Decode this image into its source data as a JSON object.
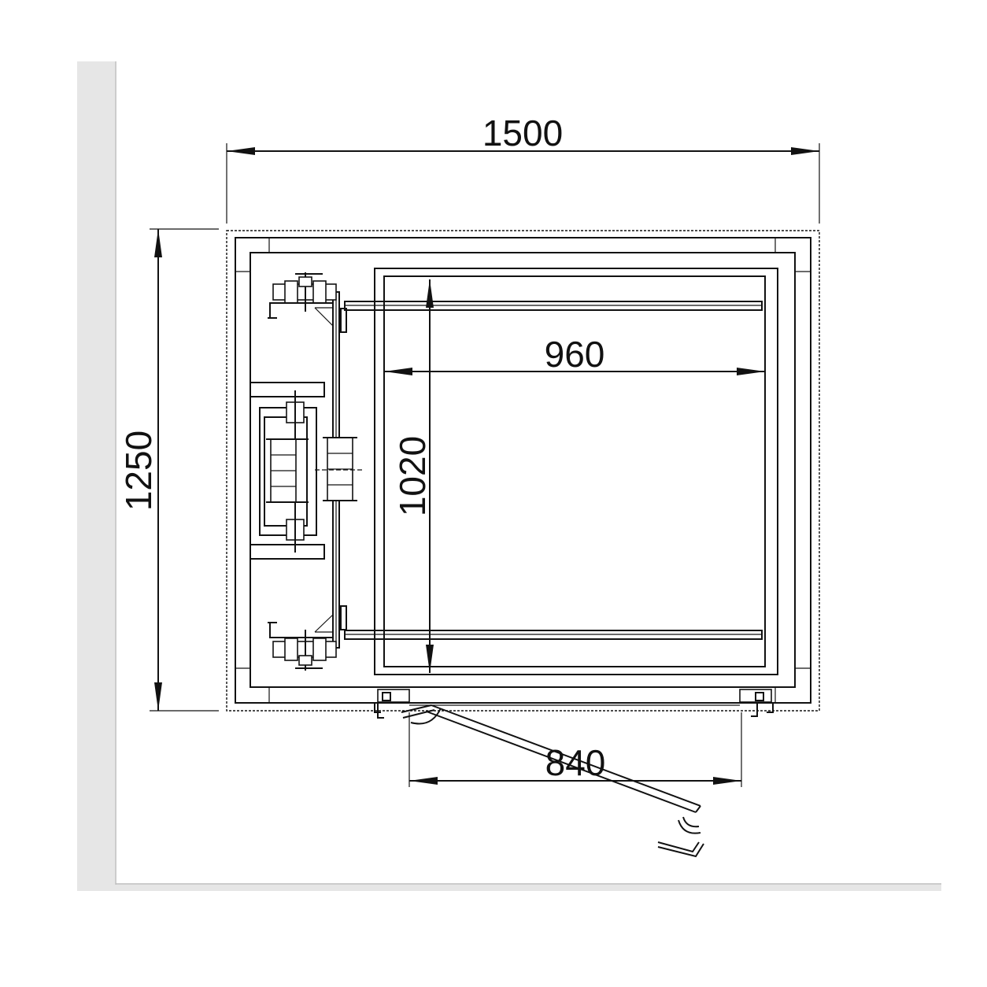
{
  "diagram": {
    "dimensions": {
      "overall_width": "1500",
      "overall_depth": "1250",
      "car_width": "960",
      "car_depth": "1020",
      "door_opening": "840"
    },
    "colors": {
      "wall": "#e6e6e6",
      "line": "#111111",
      "background": "#ffffff"
    }
  }
}
